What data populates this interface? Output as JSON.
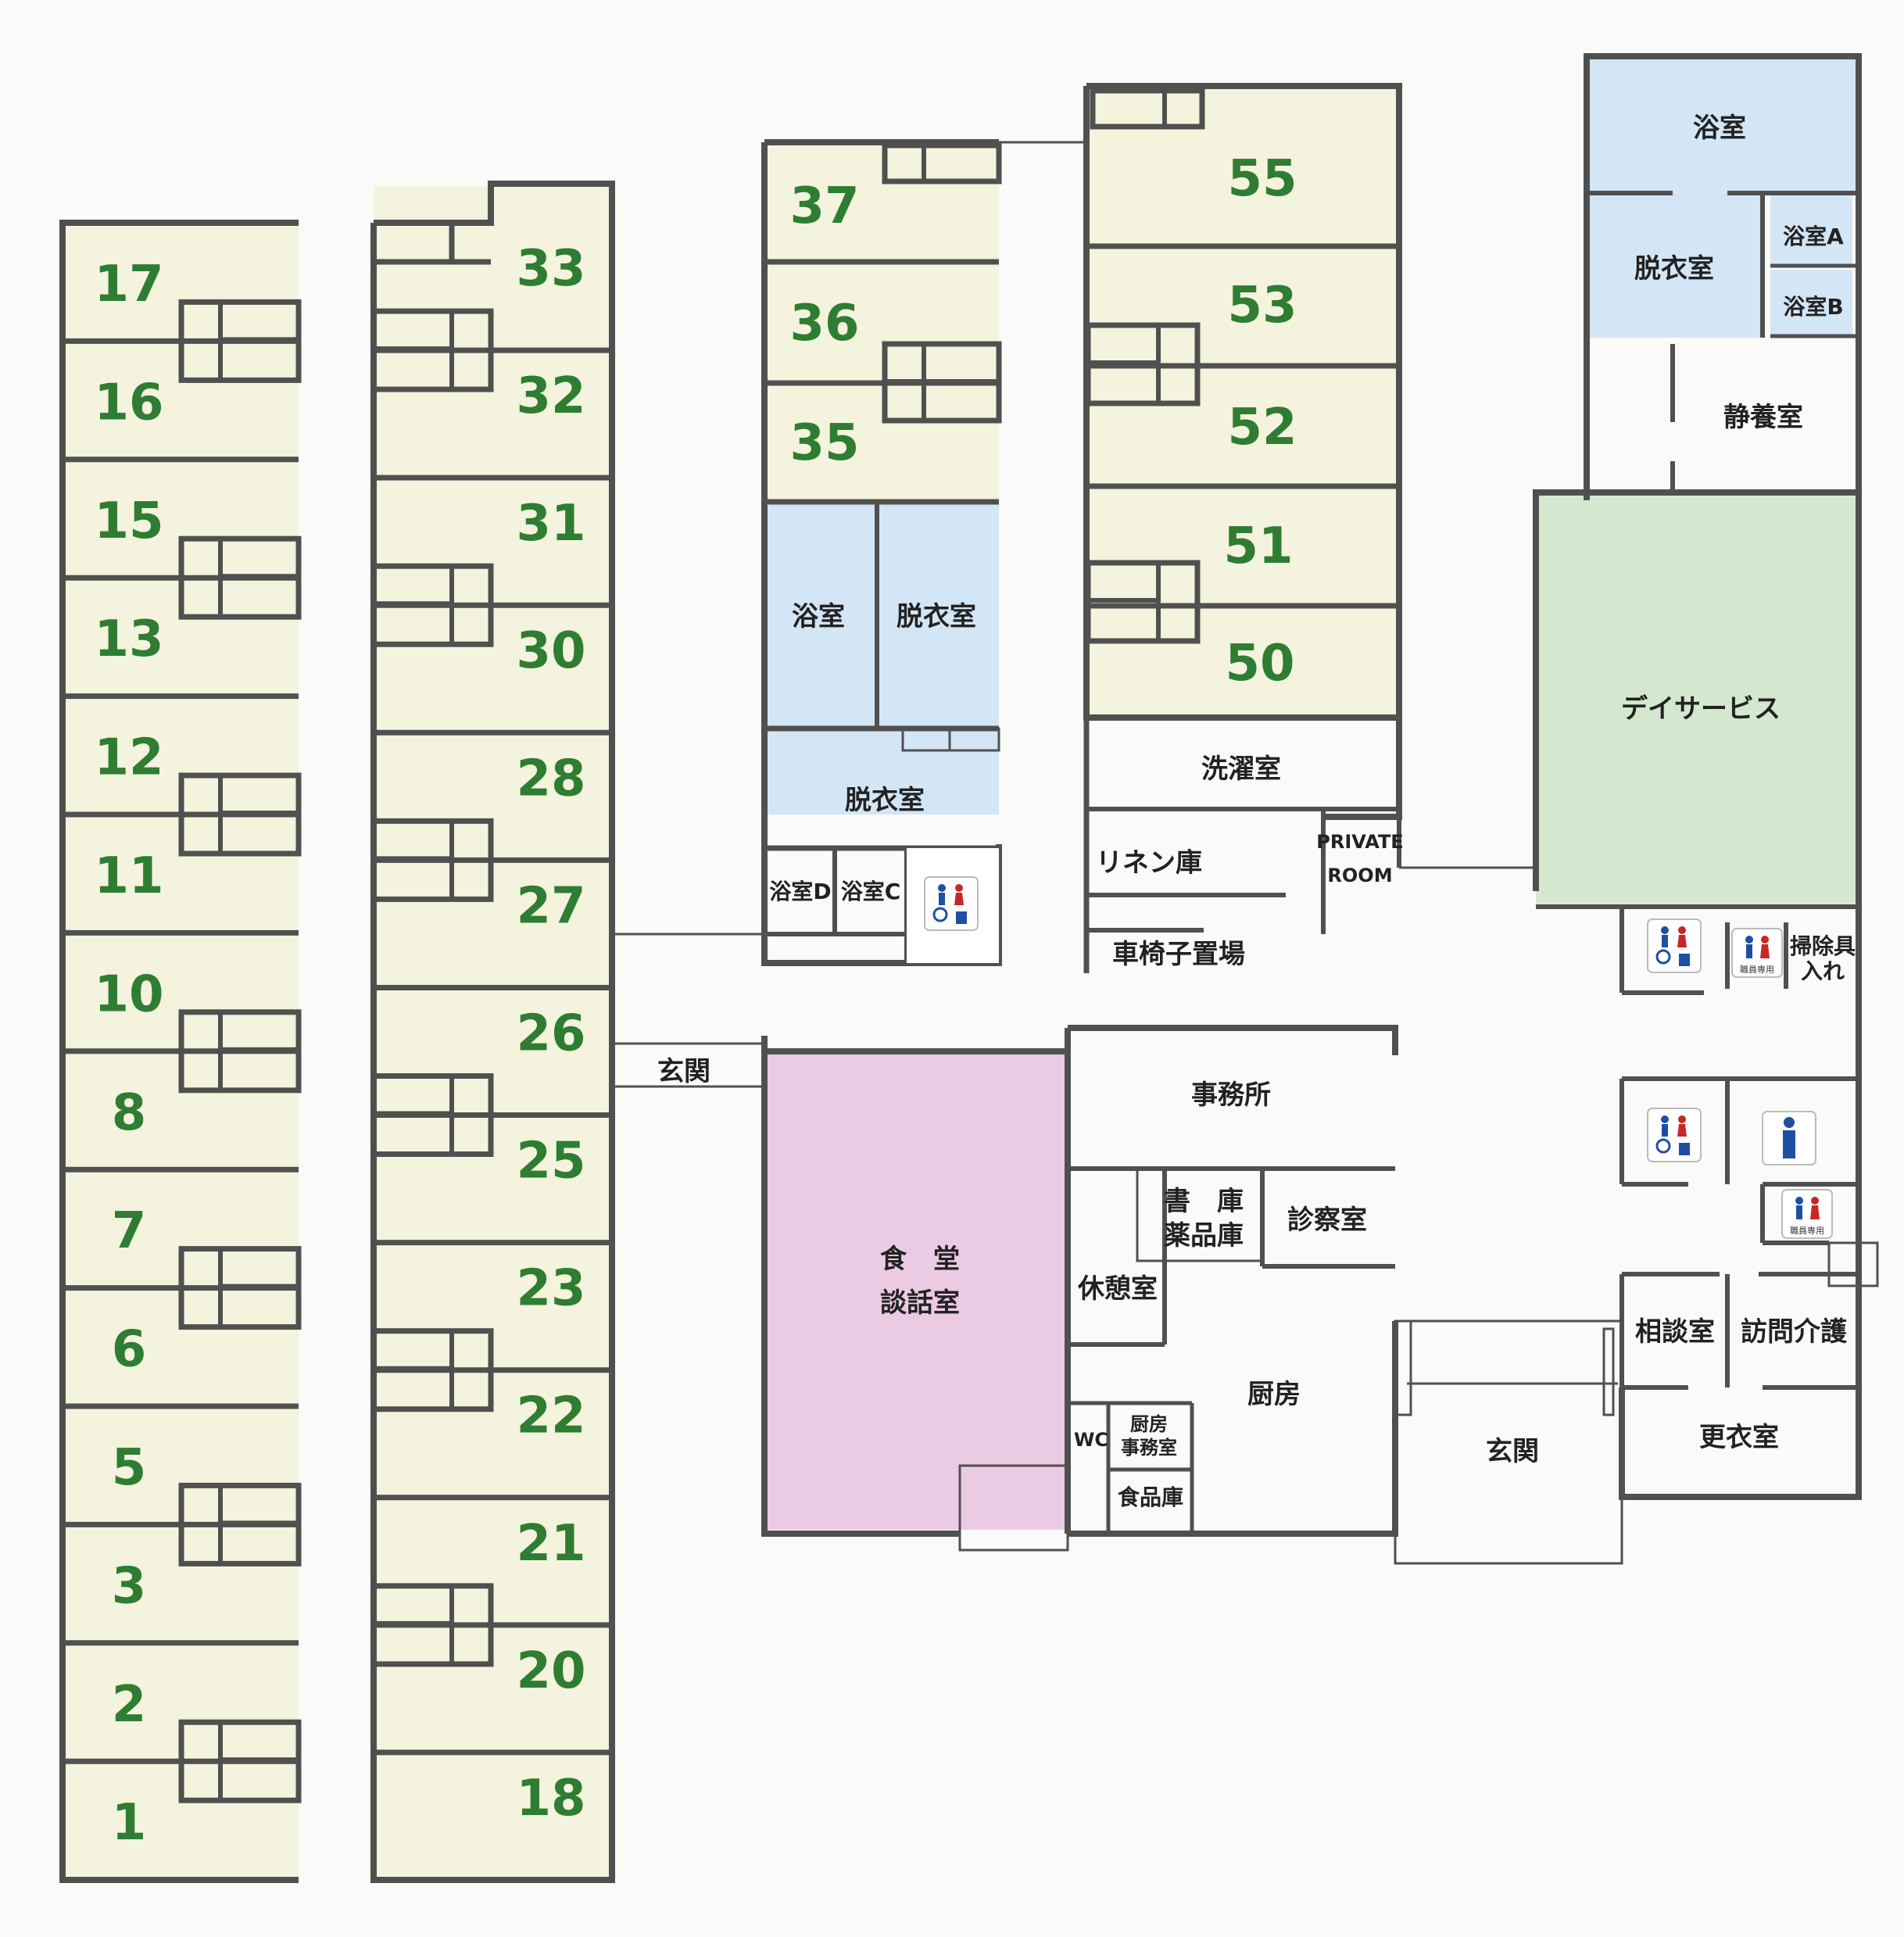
{
  "colors": {
    "room": "#f4f3dd",
    "bath": "#d3e6f6",
    "day_service": "#d4e8d0",
    "dining": "#ebcbe4",
    "white": "#ffffff",
    "wall": "#505050",
    "number": "#2e7d32"
  },
  "west_wing": {
    "left_rooms": [
      "17",
      "16",
      "15",
      "13",
      "12",
      "11",
      "10",
      "8",
      "7",
      "6",
      "5",
      "3",
      "2",
      "1"
    ],
    "right_rooms": [
      "33",
      "32",
      "31",
      "30",
      "28",
      "27",
      "26",
      "25",
      "23",
      "22",
      "21",
      "20",
      "18"
    ]
  },
  "north_wing": {
    "left_rooms": [
      "37",
      "36",
      "35"
    ],
    "right_rooms": [
      "55",
      "53",
      "52",
      "51",
      "50"
    ],
    "bath": "浴室",
    "dressing": "脱衣室",
    "dressing2": "脱衣室",
    "bath_d": "浴室D",
    "bath_c": "浴室C",
    "laundry": "洗濯室",
    "linen": "リネン庫",
    "private_room_line1": "PRIVATE",
    "private_room_line2": "ROOM",
    "wheelchair": "車椅子置場"
  },
  "center": {
    "entrance": "玄関",
    "dining_line1": "食　堂",
    "dining_line2": "談話室",
    "office": "事務所",
    "archive_line1": "書　庫",
    "archive_line2": "薬品庫",
    "clinic": "診察室",
    "break_room": "休憩室",
    "kitchen": "厨房",
    "wc": "WC",
    "kitchen_office_line1": "厨房",
    "kitchen_office_line2": "事務室",
    "food_storage": "食品庫"
  },
  "east_wing": {
    "bath": "浴室",
    "dressing": "脱衣室",
    "bath_a": "浴室A",
    "bath_b": "浴室B",
    "rest_room": "静養室",
    "day_service": "デイサービス",
    "cleaning_line1": "掃除具",
    "cleaning_line2": "入れ",
    "staff_only": "職員専用",
    "staff_only2": "職員専用",
    "consultation": "相談室",
    "home_care": "訪問介護",
    "changing_room": "更衣室",
    "entrance": "玄関"
  },
  "icons": [
    "restroom-accessible-icon",
    "restroom-staff-icon",
    "restroom-accessible-icon",
    "male-restroom-icon",
    "restroom-staff-icon"
  ]
}
